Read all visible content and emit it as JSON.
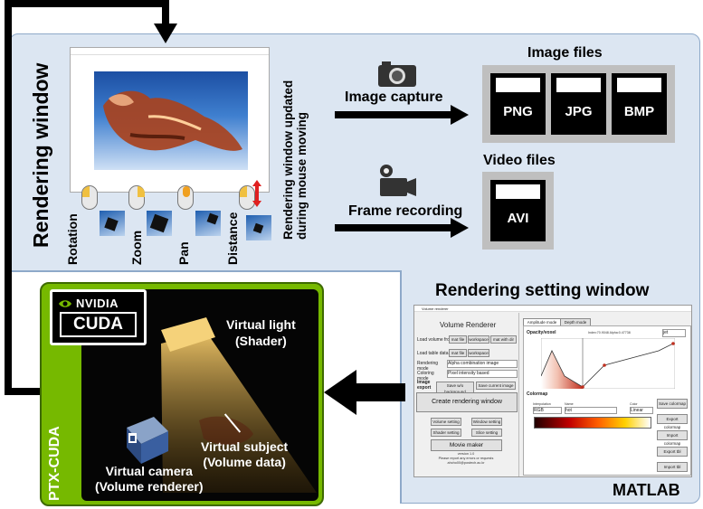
{
  "rendering_window": {
    "title": "Rendering window",
    "update_note": "Rendering window updated\nduring mouse moving"
  },
  "mouse_controls": [
    {
      "label": "Rotation"
    },
    {
      "label": "Zoom"
    },
    {
      "label": "Pan"
    },
    {
      "label": "Distance"
    }
  ],
  "image_capture": {
    "label": "Image capture",
    "files_title": "Image files",
    "formats": [
      "PNG",
      "JPG",
      "BMP"
    ]
  },
  "frame_recording": {
    "label": "Frame recording",
    "files_title": "Video files",
    "formats": [
      "AVI"
    ]
  },
  "setting_window": {
    "title": "Rendering setting window",
    "window_caption": "Volume renderer",
    "app_title": "Volume Renderer",
    "load_volume_label": "Load volume from:",
    "load_volume_buttons": [
      "mat file",
      "workspace",
      "mat with dir"
    ],
    "load_table_label": "Load table data",
    "load_table_buttons": [
      "mat file",
      "workspace"
    ],
    "rendering_mode_label": "Rendering mode",
    "rendering_mode_value": "Alpha combination image",
    "coloring_mode_label": "Coloring mode",
    "coloring_mode_value": "Pixel intensity based",
    "image_export_label": "Image export",
    "export_buttons": [
      "Save w/o background",
      "Save current image"
    ],
    "create_button": "Create rendering window",
    "setting_buttons": [
      "Volume setting",
      "Window setting",
      "Shader setting",
      "Slice setting"
    ],
    "movie_button": "Movie maker",
    "version_text": "version 1.0\nPlease report any errors or requests\nahcho00@postech.ac.kr",
    "tabs": [
      "Amplitude mode",
      "Depth mode"
    ],
    "opacity_title": "Opacity/voxel",
    "opacity_info": "Index:70.9048   Alpha:0.47738",
    "colormap_select": "jet",
    "colormap_title": "Colormap",
    "interp_label": "Interpolation",
    "interp_value": "RGB",
    "name_label": "Name",
    "name_value": "hot",
    "color_label": "Color",
    "color_value": "Linear",
    "right_buttons": [
      "Save colormap",
      "Export colormap",
      "Import colormap",
      "Export tbl",
      "Import tbl"
    ]
  },
  "matlab_label": "MATLAB",
  "cuda": {
    "logo_top": "NVIDIA",
    "logo_bottom": "CUDA",
    "ptx_label": "PTX-CUDA",
    "virtual_light": "Virtual light\n(Shader)",
    "virtual_subject": "Virtual subject\n(Volume data)",
    "virtual_camera": "Virtual camera\n(Volume renderer)"
  },
  "colors": {
    "panel": "#dce6f2",
    "panel_border": "#8ea9c9",
    "cuda_green": "#76b900",
    "light_beam": "#f3c96a"
  }
}
